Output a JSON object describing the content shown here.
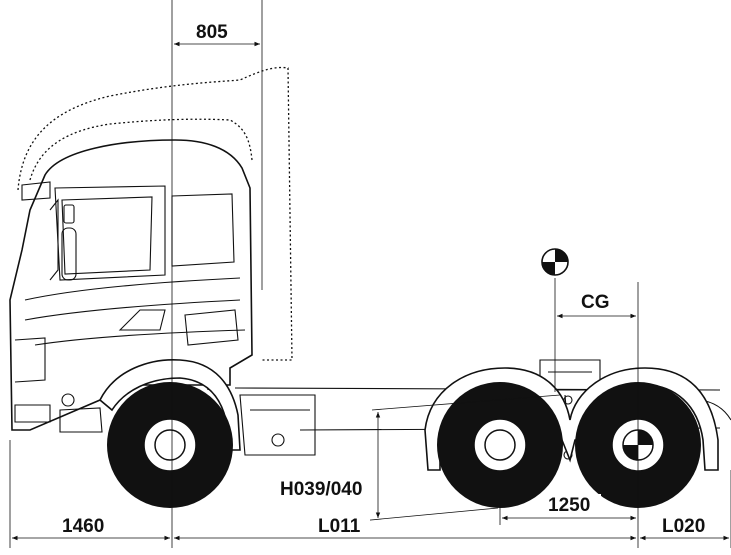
{
  "labels": {
    "cab_offset": "805",
    "cg": "CG",
    "height_code": "H039/040",
    "front_overhang": "1460",
    "wheelbase_code": "L011",
    "bogie_spacing": "1250",
    "rear_overhang_code": "L020"
  },
  "icons": [
    "center-of-gravity-icon",
    "hub-cap-icon"
  ],
  "colors": {
    "ink": "#111111",
    "paper": "#ffffff"
  }
}
